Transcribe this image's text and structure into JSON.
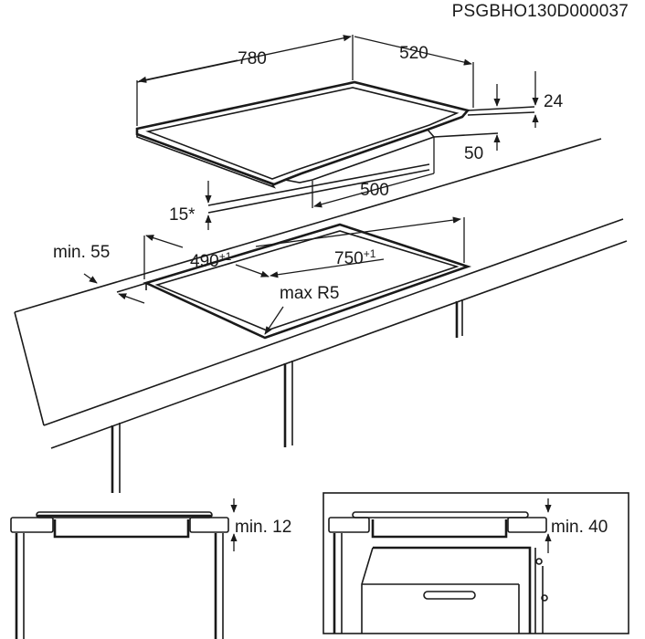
{
  "drawing_code": "PSGBHO130D000037",
  "dimensions": {
    "hob_width": "780",
    "hob_depth": "520",
    "hob_thickness": "24",
    "underside_height": "50",
    "underside_width": "500",
    "countertop_min_thickness": "15*",
    "edge_distance": "min. 55",
    "cutout_depth": "490",
    "cutout_depth_tol": "+1",
    "cutout_width": "750",
    "cutout_width_tol": "+1",
    "corner_radius": "max R5"
  },
  "details": {
    "left_clearance": "min. 12",
    "right_clearance": "min. 40"
  }
}
